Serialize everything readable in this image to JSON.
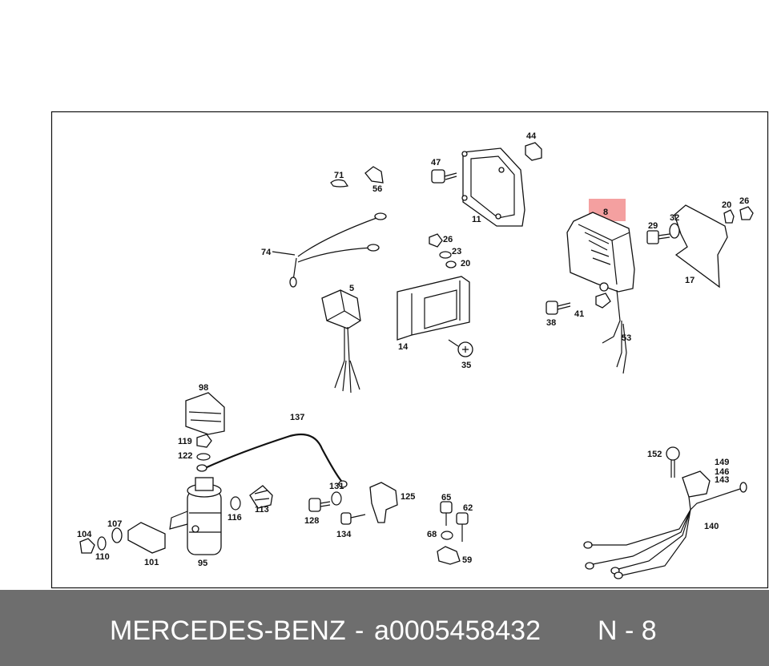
{
  "footer": {
    "brand": "MERCEDES-BENZ",
    "separator": "-",
    "part_number": "a0005458432",
    "ref": "N - 8"
  },
  "highlight": {
    "label": "8",
    "color": "#f08080"
  },
  "callouts": [
    "44",
    "47",
    "71",
    "56",
    "11",
    "8",
    "20",
    "26",
    "29",
    "32",
    "74",
    "26",
    "23",
    "20",
    "5",
    "17",
    "38",
    "41",
    "14",
    "35",
    "53",
    "98",
    "137",
    "119",
    "122",
    "131",
    "125",
    "152",
    "149",
    "146",
    "143",
    "107",
    "113",
    "116",
    "65",
    "62",
    "128",
    "104",
    "110",
    "134",
    "68",
    "140",
    "101",
    "95",
    "59"
  ]
}
